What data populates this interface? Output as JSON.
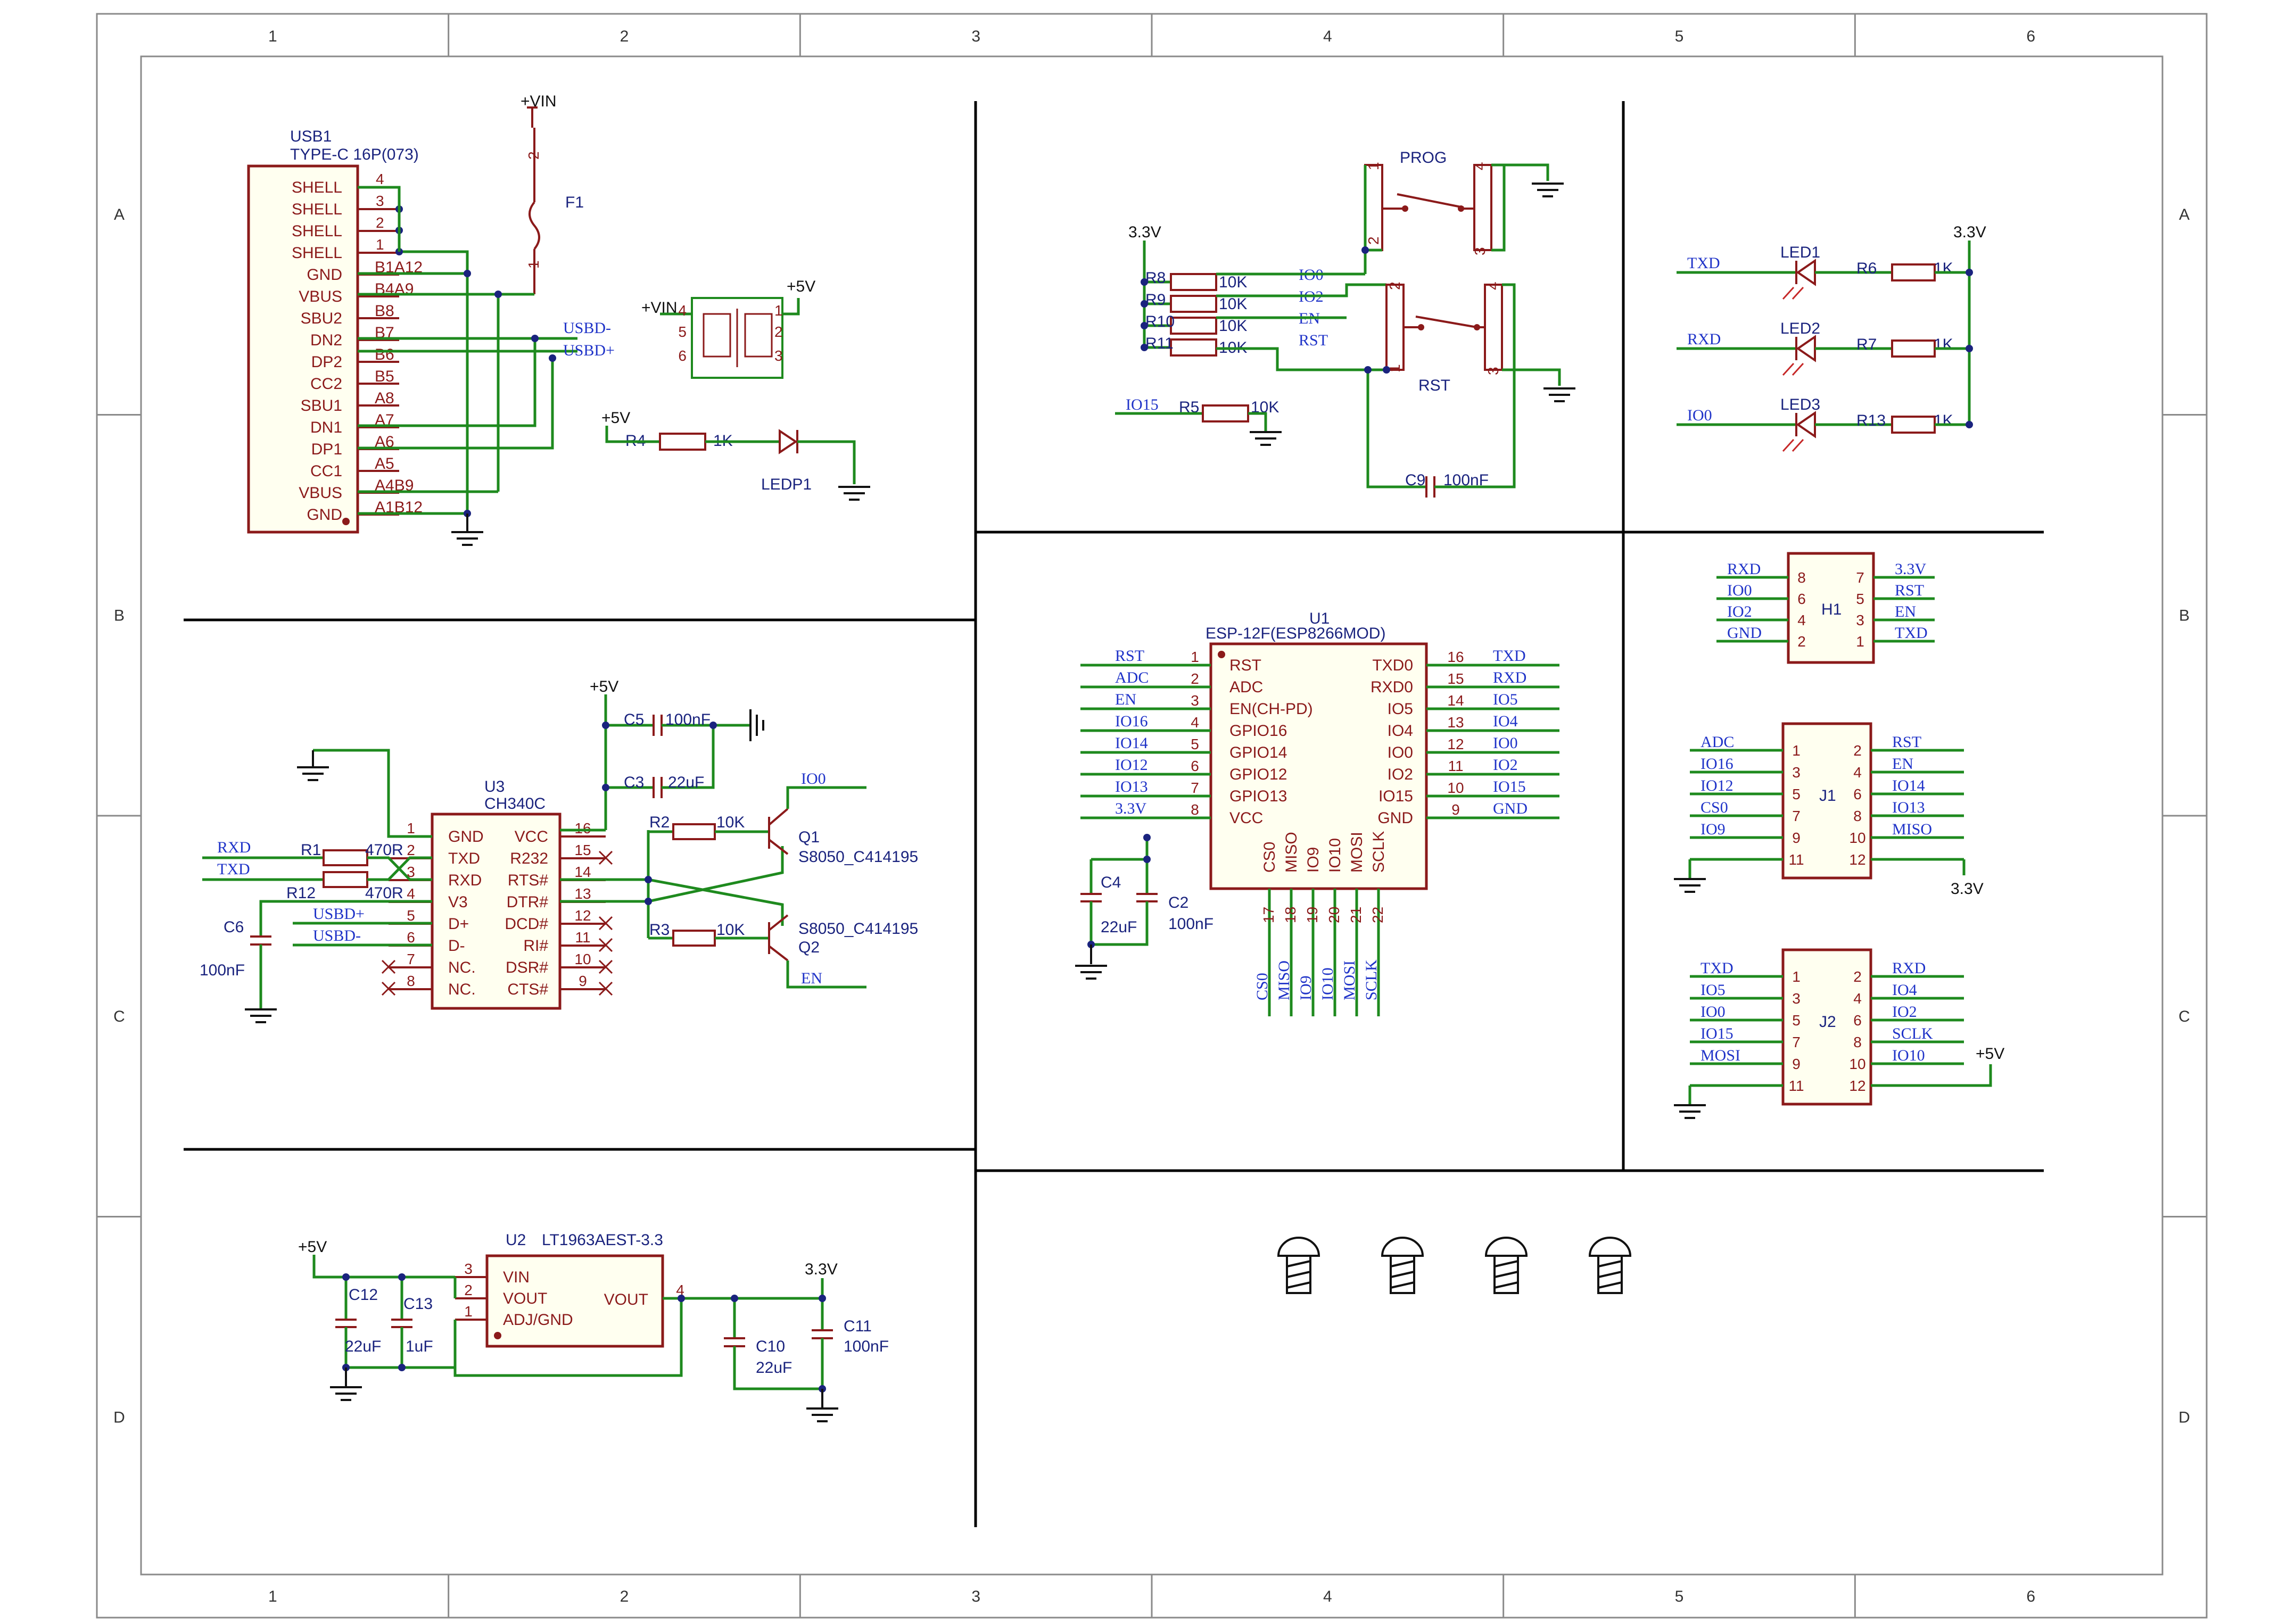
{
  "border": {
    "columns": [
      "1",
      "2",
      "3",
      "4",
      "5",
      "6"
    ],
    "rows": [
      "A",
      "B",
      "C",
      "D"
    ]
  },
  "usb": {
    "ref": "USB1",
    "value": "TYPE-C 16P(073)",
    "pins": [
      {
        "name": "SHELL",
        "num": "4",
        "net": ""
      },
      {
        "name": "SHELL",
        "num": "3",
        "net": ""
      },
      {
        "name": "SHELL",
        "num": "2",
        "net": ""
      },
      {
        "name": "SHELL",
        "num": "1",
        "net": ""
      },
      {
        "name": "GND",
        "num": "",
        "net": "B1A12"
      },
      {
        "name": "VBUS",
        "num": "",
        "net": "B4A9"
      },
      {
        "name": "SBU2",
        "num": "",
        "net": "B8"
      },
      {
        "name": "DN2",
        "num": "",
        "net": "B7"
      },
      {
        "name": "DP2",
        "num": "",
        "net": "B6"
      },
      {
        "name": "CC2",
        "num": "",
        "net": "B5"
      },
      {
        "name": "SBU1",
        "num": "",
        "net": "A8"
      },
      {
        "name": "DN1",
        "num": "",
        "net": "A7"
      },
      {
        "name": "DP1",
        "num": "",
        "net": "A6"
      },
      {
        "name": "CC1",
        "num": "",
        "net": "A5"
      },
      {
        "name": "VBUS",
        "num": "",
        "net": "A4B9"
      },
      {
        "name": "GND",
        "num": "",
        "net": "A1B12"
      }
    ],
    "vin": "+VIN",
    "fuse": "F1",
    "fuse_pin_top": "2",
    "fuse_pin_bottom": "1",
    "usbd_minus": "USBD-",
    "usbd_plus": "USBD+"
  },
  "esd": {
    "vin": "+VIN",
    "v5": "+5V",
    "pins": [
      "4",
      "5",
      "6",
      "1",
      "2",
      "3"
    ]
  },
  "power_led": {
    "v5": "+5V",
    "r_ref": "R4",
    "r_val": "1K",
    "led_ref": "LEDP1"
  },
  "buttons": {
    "v33": "3.3V",
    "resistors": [
      {
        "ref": "R8",
        "val": "10K",
        "net": "IO0"
      },
      {
        "ref": "R9",
        "val": "10K",
        "net": "IO2"
      },
      {
        "ref": "R10",
        "val": "10K",
        "net": "EN"
      },
      {
        "ref": "R11",
        "val": "10K",
        "net": "RST"
      }
    ],
    "r5_net": "IO15",
    "r5_ref": "R5",
    "r5_val": "10K",
    "prog": "PROG",
    "rst": "RST",
    "c9_ref": "C9",
    "c9_val": "100nF",
    "sw_pins": [
      "1",
      "2",
      "3",
      "4"
    ]
  },
  "leds": {
    "v33": "3.3V",
    "items": [
      {
        "net": "TXD",
        "led": "LED1",
        "r": "R6",
        "val": "1K"
      },
      {
        "net": "RXD",
        "led": "LED2",
        "r": "R7",
        "val": "1K"
      },
      {
        "net": "IO0",
        "led": "LED3",
        "r": "R13",
        "val": "1K"
      }
    ]
  },
  "h1": {
    "ref": "H1",
    "left_nets": [
      "RXD",
      "IO0",
      "IO2",
      "GND"
    ],
    "left_nums": [
      "8",
      "6",
      "4",
      "2"
    ],
    "right_nums": [
      "7",
      "5",
      "3",
      "1"
    ],
    "right_nets": [
      "3.3V",
      "RST",
      "EN",
      "TXD"
    ]
  },
  "u1": {
    "ref": "U1",
    "value": "ESP-12F(ESP8266MOD)",
    "left": [
      {
        "net": "RST",
        "num": "1",
        "name": "RST"
      },
      {
        "net": "ADC",
        "num": "2",
        "name": "ADC"
      },
      {
        "net": "EN",
        "num": "3",
        "name": "EN(CH-PD)"
      },
      {
        "net": "IO16",
        "num": "4",
        "name": "GPIO16"
      },
      {
        "net": "IO14",
        "num": "5",
        "name": "GPIO14"
      },
      {
        "net": "IO12",
        "num": "6",
        "name": "GPIO12"
      },
      {
        "net": "IO13",
        "num": "7",
        "name": "GPIO13"
      },
      {
        "net": "3.3V",
        "num": "8",
        "name": "VCC"
      }
    ],
    "right": [
      {
        "name": "TXD0",
        "num": "16",
        "net": "TXD"
      },
      {
        "name": "RXD0",
        "num": "15",
        "net": "RXD"
      },
      {
        "name": "IO5",
        "num": "14",
        "net": "IO5"
      },
      {
        "name": "IO4",
        "num": "13",
        "net": "IO4"
      },
      {
        "name": "IO0",
        "num": "12",
        "net": "IO0"
      },
      {
        "name": "IO2",
        "num": "11",
        "net": "IO2"
      },
      {
        "name": "IO15",
        "num": "10",
        "net": "IO15"
      },
      {
        "name": "GND",
        "num": "9",
        "net": "GND"
      }
    ],
    "bottom": [
      {
        "name": "CS0",
        "num": "17",
        "net": "CS0"
      },
      {
        "name": "MISO",
        "num": "18",
        "net": "MISO"
      },
      {
        "name": "IO9",
        "num": "19",
        "net": "IO9"
      },
      {
        "name": "IO10",
        "num": "20",
        "net": "IO10"
      },
      {
        "name": "MOSI",
        "num": "21",
        "net": "MOSI"
      },
      {
        "name": "SCLK",
        "num": "22",
        "net": "SCLK"
      }
    ],
    "c4_ref": "C4",
    "c4_val": "22uF",
    "c2_ref": "C2",
    "c2_val": "100nF"
  },
  "j1": {
    "ref": "J1",
    "left_nets": [
      "ADC",
      "IO16",
      "IO12",
      "CS0",
      "IO9",
      ""
    ],
    "left_nums": [
      "1",
      "3",
      "5",
      "7",
      "9",
      "11"
    ],
    "right_nums": [
      "2",
      "4",
      "6",
      "8",
      "10",
      "12"
    ],
    "right_nets": [
      "RST",
      "EN",
      "IO14",
      "IO13",
      "MISO",
      ""
    ],
    "v33": "3.3V"
  },
  "j2": {
    "ref": "J2",
    "left_nets": [
      "TXD",
      "IO5",
      "IO0",
      "IO15",
      "MOSI",
      ""
    ],
    "left_nums": [
      "1",
      "3",
      "5",
      "7",
      "9",
      "11"
    ],
    "right_nums": [
      "2",
      "4",
      "6",
      "8",
      "10",
      "12"
    ],
    "right_nets": [
      "RXD",
      "IO4",
      "IO2",
      "SCLK",
      "IO10",
      ""
    ],
    "v5": "+5V"
  },
  "u3": {
    "ref": "U3",
    "value": "CH340C",
    "left": [
      {
        "num": "1",
        "name": "GND"
      },
      {
        "num": "2",
        "name": "TXD"
      },
      {
        "num": "3",
        "name": "RXD"
      },
      {
        "num": "4",
        "name": "V3"
      },
      {
        "num": "5",
        "name": "D+"
      },
      {
        "num": "6",
        "name": "D-"
      },
      {
        "num": "7",
        "name": "NC."
      },
      {
        "num": "8",
        "name": "NC."
      }
    ],
    "right": [
      {
        "num": "16",
        "name": "VCC"
      },
      {
        "num": "15",
        "name": "R232"
      },
      {
        "num": "14",
        "name": "RTS#"
      },
      {
        "num": "13",
        "name": "DTR#"
      },
      {
        "num": "12",
        "name": "DCD#"
      },
      {
        "num": "11",
        "name": "RI#"
      },
      {
        "num": "10",
        "name": "DSR#"
      },
      {
        "num": "9",
        "name": "CTS#"
      }
    ],
    "v5": "+5V",
    "c5_ref": "C5",
    "c5_val": "100nF",
    "c3_ref": "C3",
    "c3_val": "22uF",
    "r1_ref": "R1",
    "r1_val": "470R",
    "r12_ref": "R12",
    "r12_val": "470R",
    "rxd": "RXD",
    "txd": "TXD",
    "c6_ref": "C6",
    "c6_val": "100nF",
    "usbd_plus": "USBD+",
    "usbd_minus": "USBD-",
    "r2_ref": "R2",
    "r2_val": "10K",
    "r3_ref": "R3",
    "r3_val": "10K",
    "q1_ref": "Q1",
    "q1_val": "S8050_C414195",
    "q2_ref": "Q2",
    "q2_val": "S8050_C414195",
    "io0": "IO0",
    "en": "EN"
  },
  "u2": {
    "ref": "U2",
    "value": "LT1963AEST-3.3",
    "pins_left": [
      {
        "num": "3",
        "name": "VIN"
      },
      {
        "num": "2",
        "name": "VOUT"
      },
      {
        "num": "1",
        "name": "ADJ/GND"
      }
    ],
    "pin_right": {
      "num": "4",
      "name": "VOUT"
    },
    "v5": "+5V",
    "v33": "3.3V",
    "c12_ref": "C12",
    "c12_val": "22uF",
    "c13_ref": "C13",
    "c13_val": "1uF",
    "c10_ref": "C10",
    "c10_val": "22uF",
    "c11_ref": "C11",
    "c11_val": "100nF"
  },
  "colors": {
    "wire": "#1e8a1e",
    "body": "#8b1a1a",
    "net": "#1f33c8",
    "ref": "#1a237e"
  }
}
